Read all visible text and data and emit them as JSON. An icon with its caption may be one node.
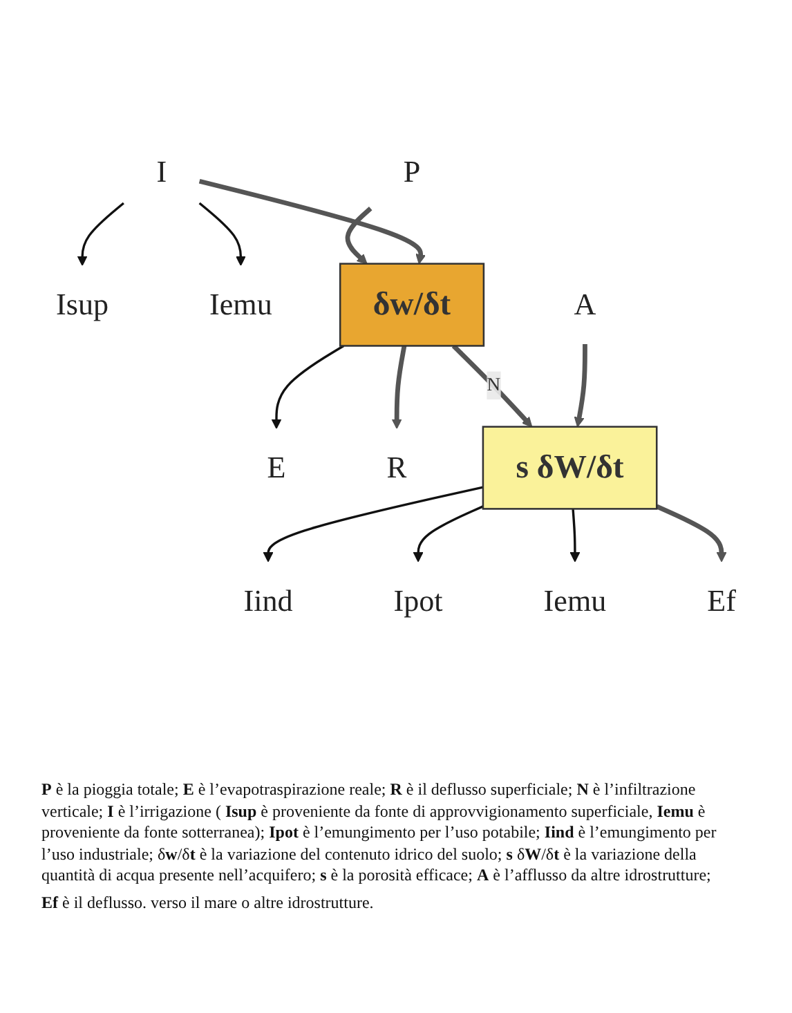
{
  "diagram": {
    "nodes": [
      {
        "text": [
          "P"
        ]
      },
      {
        "text": [
          "I"
        ]
      },
      {
        "text": [
          "Isup"
        ]
      },
      {
        "text": [
          "Iemu"
        ]
      },
      {
        "text": [
          "E"
        ]
      },
      {
        "text": [
          "δw/δt"
        ]
      },
      {
        "text": [
          "R"
        ]
      },
      {
        "text": [
          "Iind"
        ]
      },
      {
        "text": [
          "Ipot"
        ]
      },
      {
        "text": [
          "Iemu"
        ]
      },
      {
        "text": [
          "A"
        ]
      },
      {
        "text": [
          "s δW/δt"
        ]
      },
      {
        "text": [
          "Ef"
        ]
      }
    ],
    "edges": [
      {
        "from": 0,
        "to": 5,
        "arrow": "to",
        "style": "thick"
      },
      {
        "from": 1,
        "to": 5,
        "arrow": "to",
        "style": "thick"
      },
      {
        "from": 1,
        "to": 2,
        "arrow": "to"
      },
      {
        "from": 1,
        "to": 3,
        "arrow": "to"
      },
      {
        "from": 5,
        "to": 4,
        "arrow": "to"
      },
      {
        "from": 5,
        "to": 6,
        "arrow": "to",
        "style": "thick"
      },
      {
        "from": 5,
        "to": 11,
        "arrow": "to",
        "style": "thick",
        "label": "N"
      },
      {
        "from": 11,
        "to": 7,
        "arrow": "to"
      },
      {
        "from": 11,
        "to": 8,
        "arrow": "to"
      },
      {
        "from": 11,
        "to": 9,
        "arrow": "to"
      },
      {
        "from": 10,
        "to": 11,
        "arrow": "to",
        "style": "thick"
      },
      {
        "from": 11,
        "to": 12,
        "arrow": "to",
        "style": "thick"
      }
    ],
    "labels": [
      "**P** è la pioggia totale; **E** è l’evapotraspirazione reale; **R** è il deflusso superficiale; **N** è l’infiltrazione verticale; **I** è l’irrigazione ( **Isup** è proveniente da fonte di approvvigionamento superficiale, **Iemu** è proveniente da fonte sotterranea); **Ipot** è l’emungimento per l’uso potabile; **Iind** è l’emungimento per l’uso industriale; δ**w**/δ**t** è la variazione del contenuto idrico del suolo; **s** δ**W**/δ**t** è la variazione della quantità di acqua presente nell’acquifero; **s** è la porosità efficace; **A** è l’afflusso da altre idrostrutture;",
      "**Ef** è il deflusso. verso il mare o altre idrostrutture."
    ]
  }
}
